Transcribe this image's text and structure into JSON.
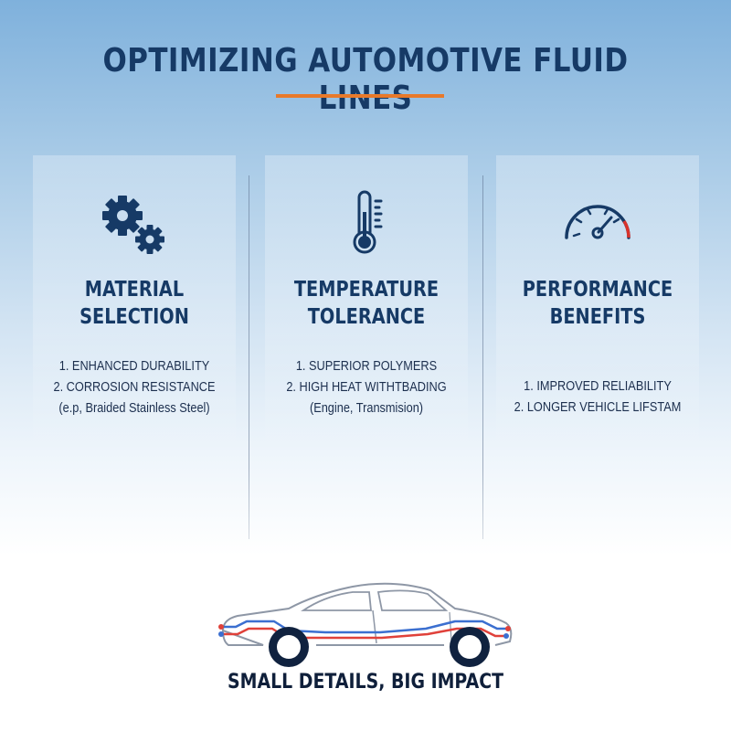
{
  "header": {
    "title": "OPTIMIZING AUTOMOTIVE FLUID LINES",
    "accent_color": "#e8792a"
  },
  "cards": [
    {
      "icon": "gears-icon",
      "title_line1": "MATERIAL",
      "title_line2": "SELECTION",
      "lines": [
        "1. ENHANCED DURABILITY",
        "2. CORROSION RESISTANCE",
        "(e.p, Braided Stainless Steel)"
      ]
    },
    {
      "icon": "thermometer-icon",
      "title_line1": "TEMPERATURE",
      "title_line2": "TOLERANCE",
      "lines": [
        "1. SUPERIOR POLYMERS",
        "2. HIGH HEAT WITHTBADING",
        "(Engine, Transmision)"
      ]
    },
    {
      "icon": "speedometer-icon",
      "title_line1": "PERFORMANCE",
      "title_line2": "BENEFITS",
      "lines": [
        "1. IMPROVED RELIABILITY",
        "2. LONGER VEHICLE LIFSTAM"
      ]
    }
  ],
  "footer": {
    "tagline": "SMALL DETAILS, BIG IMPACT",
    "car_icon": "car-fluid-lines-icon",
    "line_colors": {
      "hot": "#e0413a",
      "cool": "#3b6fd0"
    }
  }
}
